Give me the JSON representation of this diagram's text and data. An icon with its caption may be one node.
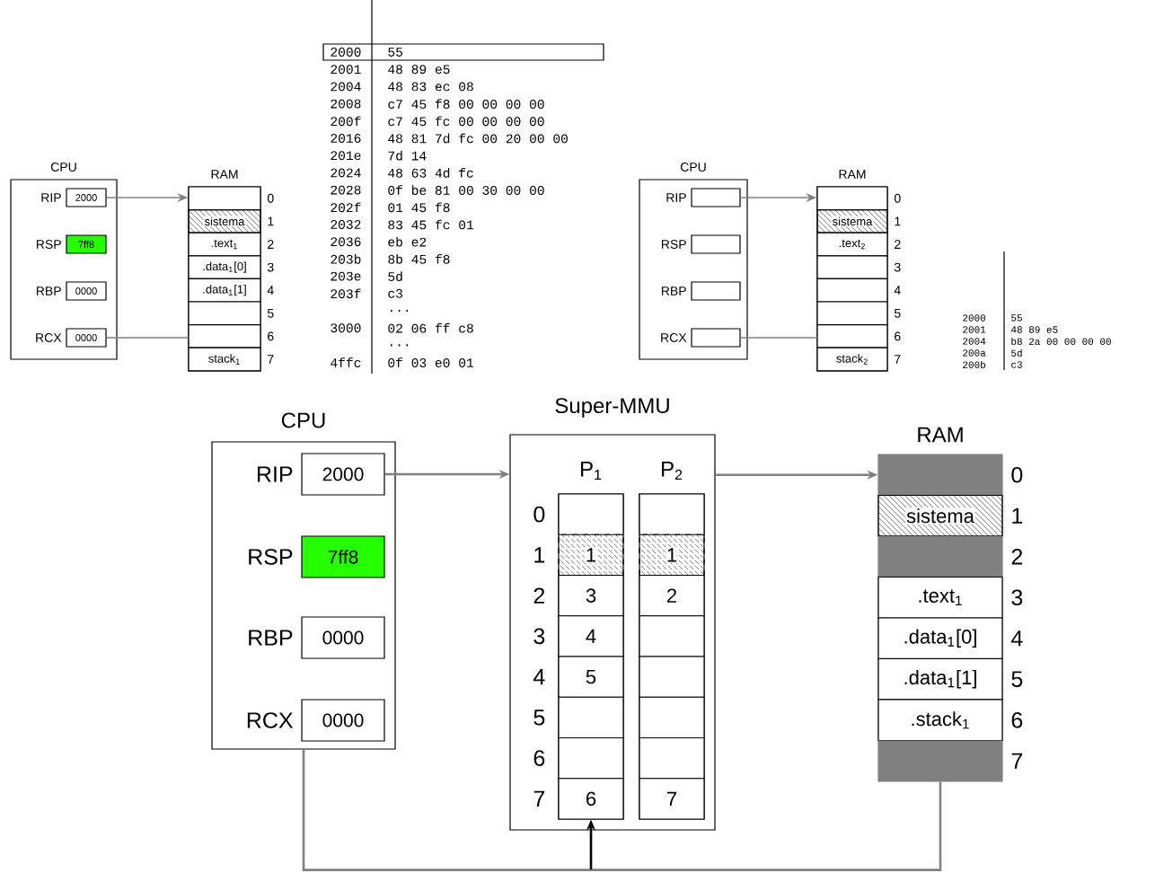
{
  "diagram": {
    "nodes": [
      {
        "text": [
          "CPU"
        ]
      },
      {
        "text": [
          "2000"
        ],
        "beside": [
          "RIP"
        ],
        "in": 0
      },
      {
        "text": [
          "7ff8"
        ],
        "beside": [
          "RSP"
        ],
        "in": 0
      },
      {
        "text": [
          "0000"
        ],
        "beside": [
          "RBP"
        ],
        "in": 0
      },
      {
        "text": [
          "0000"
        ],
        "beside": [
          "RCX"
        ],
        "in": 0
      },
      {
        "text": [
          "RAM"
        ]
      },
      {
        "text": [],
        "shape": "box",
        "in": 5
      },
      {
        "text": [
          "sistema"
        ],
        "in": 5
      },
      {
        "text": [
          ".text$_{1}$"
        ],
        "in": 5
      },
      {
        "text": [
          ".data$_{1}$[0]"
        ],
        "in": 5
      },
      {
        "text": [
          ".data$_{1}$[1]"
        ],
        "in": 5
      },
      {
        "text": [],
        "shape": "box",
        "in": 5
      },
      {
        "text": [],
        "shape": "box",
        "in": 5
      },
      {
        "text": [
          "stack$_{1}$"
        ],
        "in": 5
      },
      {
        "text": [
          "CPU"
        ]
      },
      {
        "text": [],
        "shape": "box",
        "beside": [
          "RIP"
        ],
        "in": 14
      },
      {
        "text": [],
        "shape": "box",
        "beside": [
          "RSP"
        ],
        "in": 14
      },
      {
        "text": [],
        "shape": "box",
        "beside": [
          "RBP"
        ],
        "in": 14
      },
      {
        "text": [],
        "shape": "box",
        "beside": [
          "RCX"
        ],
        "in": 14
      },
      {
        "text": [
          "RAM"
        ]
      },
      {
        "text": [],
        "shape": "box",
        "in": 19
      },
      {
        "text": [
          "sistema"
        ],
        "in": 19
      },
      {
        "text": [
          ".text$_{2}$"
        ],
        "in": 19
      },
      {
        "text": [],
        "shape": "box",
        "in": 19
      },
      {
        "text": [],
        "shape": "box",
        "in": 19
      },
      {
        "text": [],
        "shape": "box",
        "in": 19
      },
      {
        "text": [],
        "shape": "box",
        "in": 19
      },
      {
        "text": [
          "stack$_{2}$"
        ],
        "in": 19
      },
      {
        "text": [
          "CPU"
        ]
      },
      {
        "text": [
          "2000"
        ],
        "beside": [
          "RIP"
        ],
        "in": 28
      },
      {
        "text": [
          "7ff8"
        ],
        "beside": [
          "RSP"
        ],
        "in": 28
      },
      {
        "text": [
          "0000"
        ],
        "beside": [
          "RBP"
        ],
        "in": 28
      },
      {
        "text": [
          "0000"
        ],
        "beside": [
          "RCX"
        ],
        "in": 28
      },
      {
        "text": [
          "Super-MMU"
        ]
      },
      {
        "text": [
          "P$_{1}$"
        ],
        "in": 33
      },
      {
        "text": [],
        "shape": "box",
        "in": 34
      },
      {
        "text": [
          "1"
        ],
        "in": 34
      },
      {
        "text": [
          "3"
        ],
        "in": 34
      },
      {
        "text": [
          "4"
        ],
        "in": 34
      },
      {
        "text": [
          "5"
        ],
        "in": 34
      },
      {
        "text": [],
        "shape": "box",
        "in": 34
      },
      {
        "text": [],
        "shape": "box",
        "in": 34
      },
      {
        "text": [
          "6"
        ],
        "in": 34
      },
      {
        "text": [
          "P$_{2}$"
        ],
        "in": 33
      },
      {
        "text": [],
        "shape": "box",
        "in": 43
      },
      {
        "text": [
          "1"
        ],
        "in": 43
      },
      {
        "text": [
          "2"
        ],
        "in": 43
      },
      {
        "text": [],
        "shape": "box",
        "in": 43
      },
      {
        "text": [],
        "shape": "box",
        "in": 43
      },
      {
        "text": [],
        "shape": "box",
        "in": 43
      },
      {
        "text": [],
        "shape": "box",
        "in": 43
      },
      {
        "text": [
          "7"
        ],
        "in": 43
      },
      {
        "text": [
          "RAM"
        ]
      },
      {
        "text": [],
        "shape": "box",
        "in": 52
      },
      {
        "text": [
          "sistema"
        ],
        "in": 52
      },
      {
        "text": [],
        "shape": "box",
        "in": 52
      },
      {
        "text": [
          ".text$_{1}$"
        ],
        "in": 52
      },
      {
        "text": [
          ".data$_{1}$[0]"
        ],
        "in": 52
      },
      {
        "text": [
          ".data$_{1}$[1]"
        ],
        "in": 52
      },
      {
        "text": [
          ".stack$_{1}$"
        ],
        "in": 52
      },
      {
        "text": [],
        "shape": "box",
        "in": 52
      }
    ],
    "edges": [
      {
        "from": 1,
        "to": 6,
        "arrow": "to"
      },
      {
        "from": 4,
        "to": 12,
        "arrow": "none"
      },
      {
        "from": 15,
        "to": 20,
        "arrow": "to"
      },
      {
        "from": 18,
        "to": 26,
        "arrow": "none"
      },
      {
        "from": 29,
        "to": 33,
        "arrow": "to"
      },
      {
        "from": 33,
        "to": 53,
        "arrow": "to"
      },
      {
        "from": 28,
        "to": 52,
        "arrow": "none"
      },
      {
        "from": null,
        "to": 34,
        "arrow": "to",
        "color": "#000000"
      }
    ],
    "labels": [
      "2000",
      "55",
      "2001",
      "48 89 e5",
      "2004",
      "48 83 ec 08",
      "2008",
      "c7 45 f8 00 00 00 00",
      "200f",
      "c7 45 fc 00 00 00 00",
      "2016",
      "48 81 7d fc 00 20 00 00",
      "201e",
      "7d 14",
      "2024",
      "48 63 4d fc",
      "2028",
      "0f be 81 00 30 00 00",
      "202f",
      "01 45 f8",
      "2032",
      "83 45 fc 01",
      "2036",
      "eb e2",
      "203b",
      "8b 45 f8",
      "203e",
      "5d",
      "203f",
      "c3",
      "...",
      "3000",
      "02 06 ff c8",
      "...",
      "4ffc",
      "0f 03 e0 01",
      "0",
      "1",
      "2",
      "3",
      "4",
      "5",
      "6",
      "7",
      "0",
      "1",
      "2",
      "3",
      "4",
      "5",
      "6",
      "7",
      "2000",
      "55",
      "2001",
      "48 89 e5",
      "2004",
      "b8 2a 00 00 00 00",
      "200a",
      "5d",
      "200b",
      "c3",
      "0",
      "1",
      "2",
      "3",
      "4",
      "5",
      "6",
      "7",
      "0",
      "1",
      "2",
      "3",
      "4",
      "5",
      "6",
      "7"
    ]
  }
}
